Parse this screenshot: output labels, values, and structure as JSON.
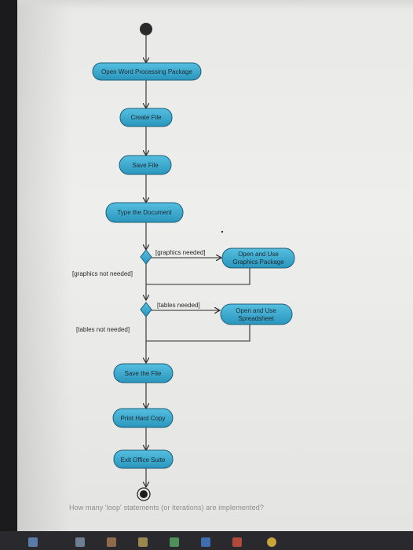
{
  "nodes": {
    "open_wp": "Open Word Processing Package",
    "create_file": "Create File",
    "save_file": "Save File",
    "type_doc": "Type the Document",
    "graphics_pkg_line1": "Open and Use",
    "graphics_pkg_line2": "Graphics Package",
    "spreadsheet_line1": "Open and Use",
    "spreadsheet_line2": "Spreadsheet",
    "save_the_file": "Save the File",
    "print_copy": "Print Hard Copy",
    "exit_suite": "Exit Office Suite"
  },
  "guards": {
    "graphics_needed": "[graphics needed]",
    "graphics_not_needed": "[graphics not needed]",
    "tables_needed": "[tables needed]",
    "tables_not_needed": "[tables not needed]"
  },
  "question": "How many 'loop' statements (or iterations) are implemented?",
  "colors": {
    "node_fill": "#3aaed4",
    "node_fill_dark": "#2a96bd",
    "node_border": "#1d5e78",
    "line": "#2b2b2b"
  }
}
